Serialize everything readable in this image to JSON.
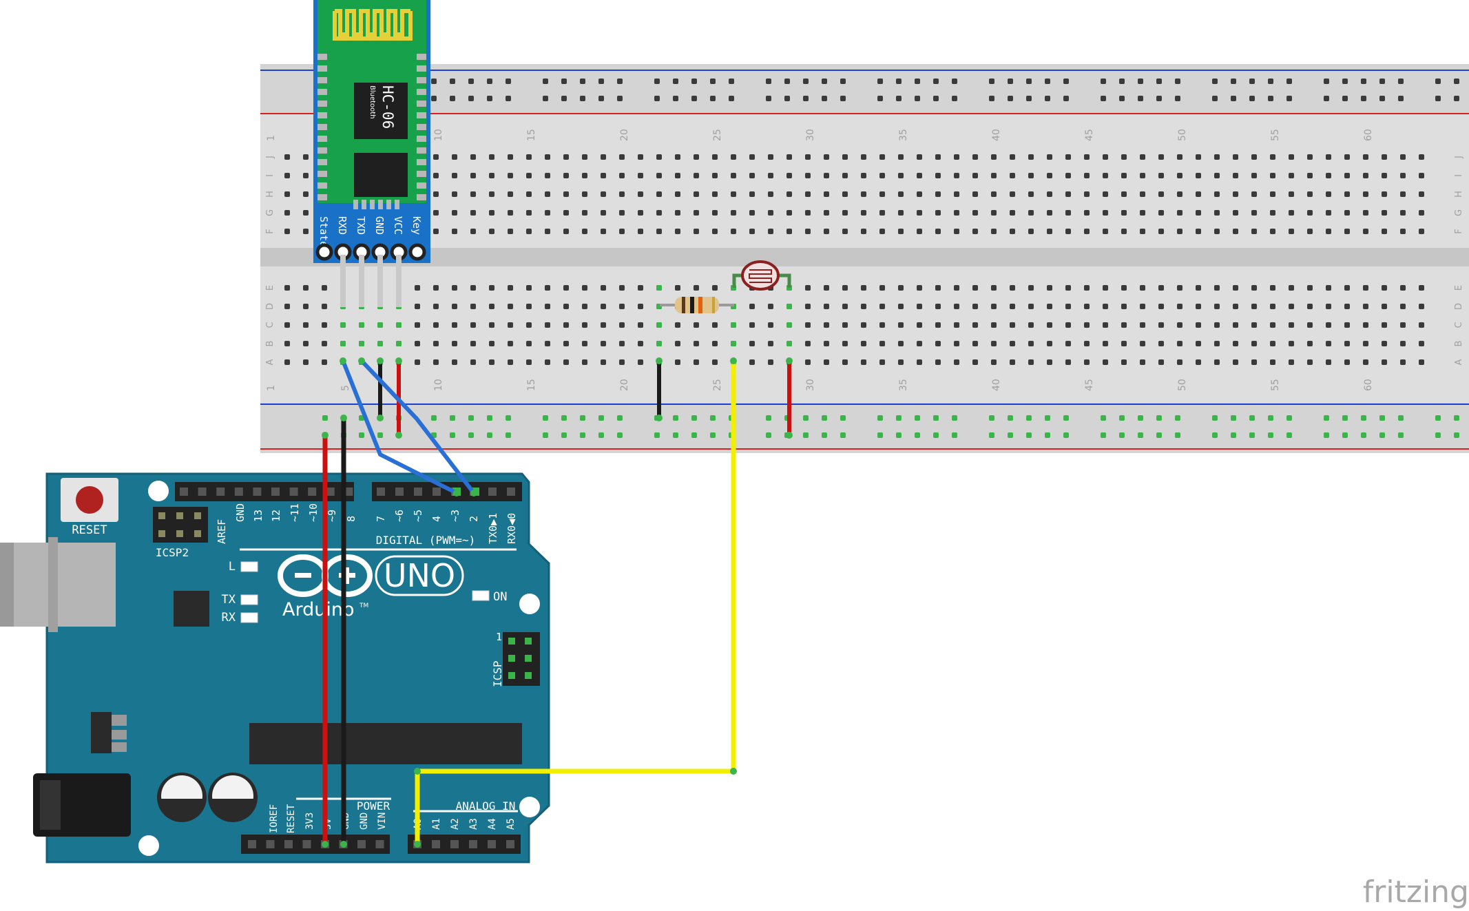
{
  "app": "fritzing",
  "watermark": "fritzing",
  "colors": {
    "board": "#1a7590",
    "board_edge": "#14607a",
    "breadboard": "#dcdcdc",
    "rail_red": "#d92020",
    "rail_blue": "#2040d0",
    "wire_red": "#cc1010",
    "wire_black": "#1a1a1a",
    "wire_blue": "#2a6fd6",
    "wire_yellow": "#f2f000",
    "module_green": "#17a14a",
    "module_blue": "#1a72c8"
  },
  "breadboard": {
    "column_numbers": [
      "1",
      "5",
      "10",
      "15",
      "20",
      "25",
      "30",
      "35",
      "40",
      "45",
      "50",
      "55",
      "60"
    ],
    "top_row_letters": [
      "J",
      "I",
      "H",
      "G",
      "F"
    ],
    "bottom_row_letters": [
      "E",
      "D",
      "C",
      "B",
      "A"
    ]
  },
  "bluetooth": {
    "name": "HC-06",
    "subtitle": "Bluetooth",
    "pins": [
      "State",
      "RXD",
      "TXD",
      "GND",
      "VCC",
      "Key"
    ]
  },
  "arduino": {
    "reset_label": "RESET",
    "icsp2_label": "ICSP2",
    "icsp_label": "ICSP",
    "icsp_pin1": "1",
    "digital_label": "DIGITAL (PWM=~)",
    "digital_pins": [
      "AREF",
      "GND",
      "13",
      "12",
      "~11",
      "~10",
      "~9",
      "8",
      "7",
      "~6",
      "~5",
      "4",
      "~3",
      "2",
      "TX0▶1",
      "RX0◀0"
    ],
    "led_labels": [
      "L",
      "TX",
      "RX"
    ],
    "on_label": "ON",
    "uno_label": "UNO",
    "brand": "Arduino",
    "tm": "TM",
    "power_label": "POWER",
    "power_pins": [
      "IOREF",
      "RESET",
      "3V3",
      "5V",
      "GND",
      "GND",
      "VIN"
    ],
    "analog_label": "ANALOG IN",
    "analog_pins": [
      "A0",
      "A1",
      "A2",
      "A3",
      "A4",
      "A5"
    ]
  }
}
